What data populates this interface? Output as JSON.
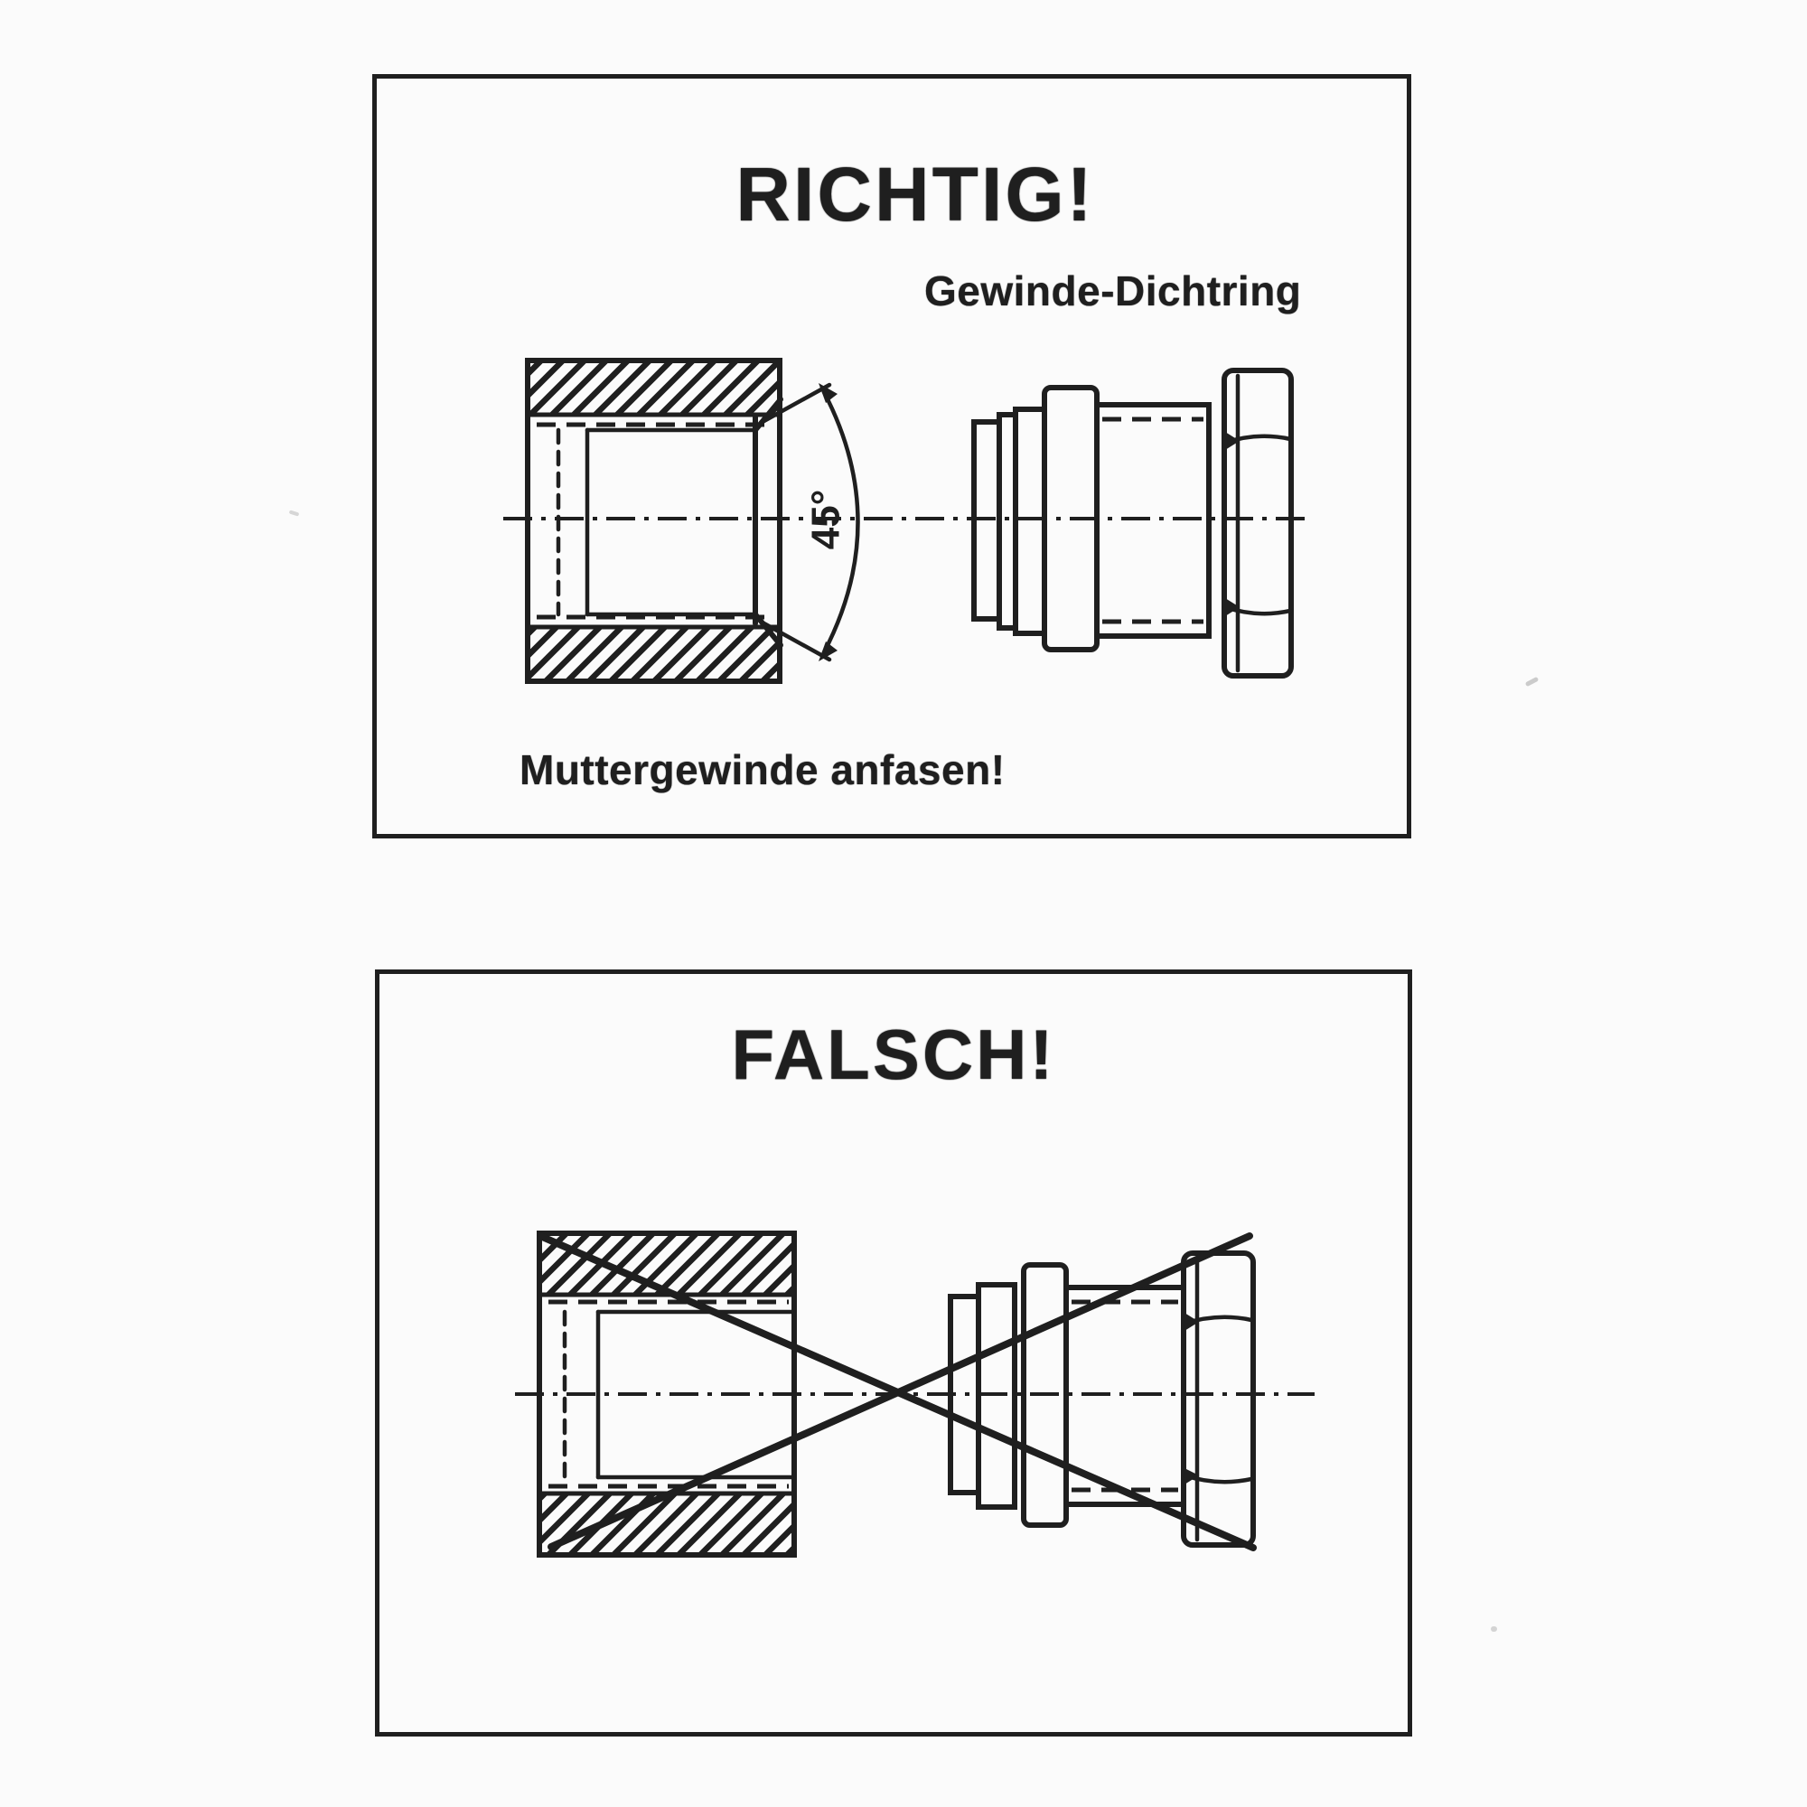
{
  "panels": [
    {
      "title": "RICHTIG!",
      "part_label": "Gewinde-Dichtring",
      "note": "Muttergewinde anfasen!",
      "angle_label": "45°"
    },
    {
      "title": "FALSCH!"
    }
  ],
  "colors": {
    "ink": "#1f1f1f",
    "paper": "#fbfbfb"
  }
}
